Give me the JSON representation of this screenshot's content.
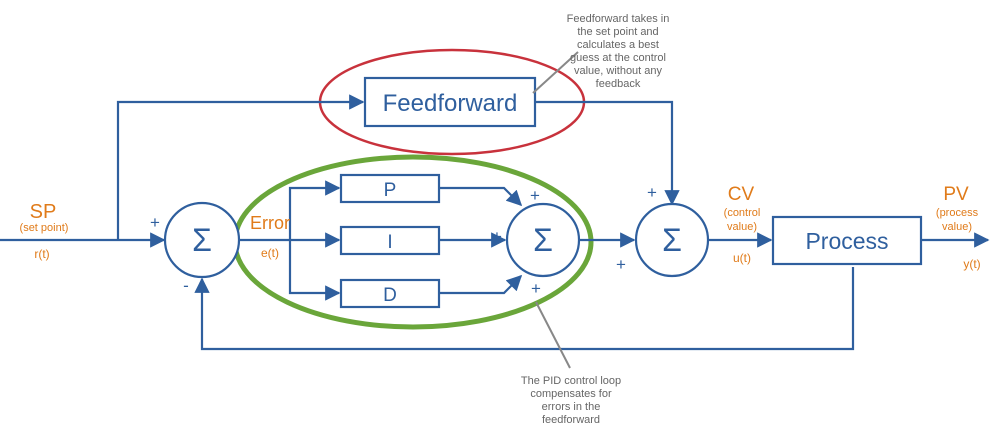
{
  "blocks": {
    "feedforward": "Feedforward",
    "p": "P",
    "i": "I",
    "d": "D",
    "process": "Process",
    "sum_symbol": "Σ"
  },
  "signals": {
    "sp": {
      "name": "SP",
      "desc": "(set point)",
      "var": "r(t)"
    },
    "error": {
      "name": "Error",
      "var": "e(t)"
    },
    "cv": {
      "name": "CV",
      "desc_line1": "(control",
      "desc_line2": "value)",
      "var": "u(t)"
    },
    "pv": {
      "name": "PV",
      "desc_line1": "(process",
      "desc_line2": "value)",
      "var": "y(t)"
    }
  },
  "signs": {
    "plus": "+",
    "minus": "-"
  },
  "annotations": {
    "feedforward_note": [
      "Feedforward takes in",
      "the set point and",
      "calculates a best",
      "guess at the control",
      "value, without any",
      "feedback"
    ],
    "pid_note": [
      "The PID control loop",
      "compensates for",
      "errors in the",
      "feedforward"
    ]
  },
  "colors": {
    "line": "#2f5f9e",
    "label": "#e07b1a",
    "ellipse_red": "#c8323c",
    "ellipse_green": "#6aa63a",
    "note": "#666666"
  }
}
